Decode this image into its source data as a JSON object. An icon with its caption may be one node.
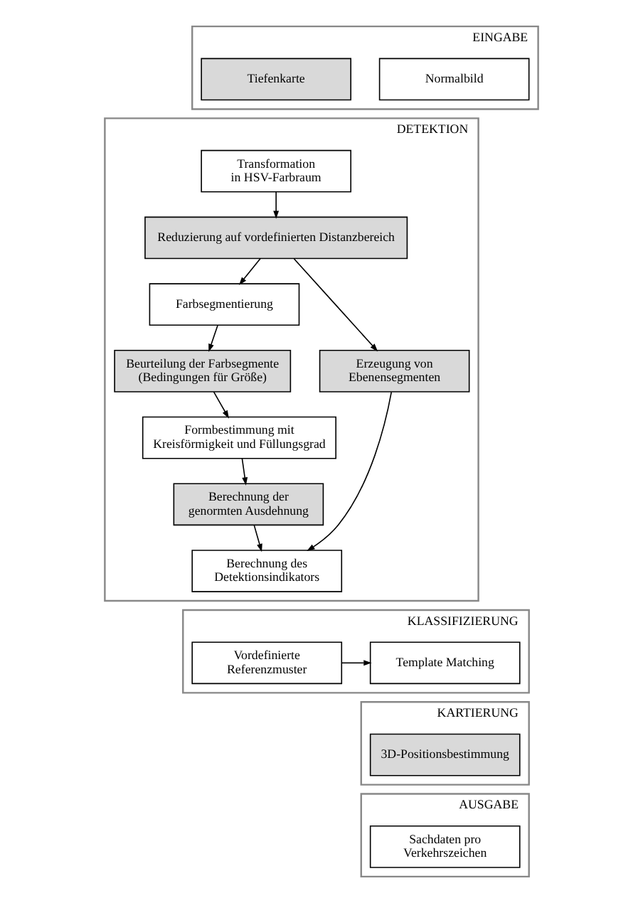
{
  "diagram": {
    "nodes": [
      {
        "text": [
          "EINGABE"
        ]
      },
      {
        "text": [
          "Normalbild"
        ],
        "in": 0
      },
      {
        "text": [
          "Tiefenkarte"
        ],
        "in": 0
      },
      {
        "text": [
          "DETEKTION"
        ]
      },
      {
        "text": [
          "Transformation in HSV-Farbraum"
        ],
        "in": 3
      },
      {
        "text": [
          "Reduzierung auf vordefinierten Distanzbereich"
        ],
        "in": 3
      },
      {
        "text": [
          "Farbsegmentierung"
        ],
        "in": 3
      },
      {
        "text": [
          "Beurteilung der Farbsegmente (Bedingungen für Größe)"
        ],
        "in": 3
      },
      {
        "text": [
          "Formbestimmung mit Kreisförmigkeit und Füllungsgrad"
        ],
        "in": 3
      },
      {
        "text": [
          "Berechnung der genormten Ausdehnung"
        ],
        "in": 3
      },
      {
        "text": [
          "Erzeugung von Ebenensegmenten"
        ],
        "in": 3
      },
      {
        "text": [
          "Berechnung des Detektionsindikators"
        ],
        "in": 3
      },
      {
        "text": [
          "KLASSIFIZIERUNG"
        ]
      },
      {
        "text": [
          "Vordefinierte Referenzmuster"
        ],
        "in": 12
      },
      {
        "text": [
          "Template Matching"
        ],
        "in": 12
      },
      {
        "text": [
          "KARTIERUNG"
        ]
      },
      {
        "text": [
          "3D-Positionsbestimmung"
        ],
        "in": 15
      },
      {
        "text": [
          "AUSGABE"
        ]
      },
      {
        "text": [
          "Sachdaten pro Verkehrszeichen"
        ],
        "in": 17
      }
    ],
    "edges": [
      {
        "from": 4,
        "to": 5,
        "arrow": "to"
      },
      {
        "from": 5,
        "to": 6,
        "arrow": "to"
      },
      {
        "from": 5,
        "to": 10,
        "arrow": "to"
      },
      {
        "from": 6,
        "to": 7,
        "arrow": "to"
      },
      {
        "from": 7,
        "to": 8,
        "arrow": "to"
      },
      {
        "from": 8,
        "to": 9,
        "arrow": "to"
      },
      {
        "from": 9,
        "to": 11,
        "arrow": "to"
      },
      {
        "from": 10,
        "to": 11,
        "arrow": "to"
      },
      {
        "from": 13,
        "to": 14,
        "arrow": "to"
      }
    ]
  }
}
